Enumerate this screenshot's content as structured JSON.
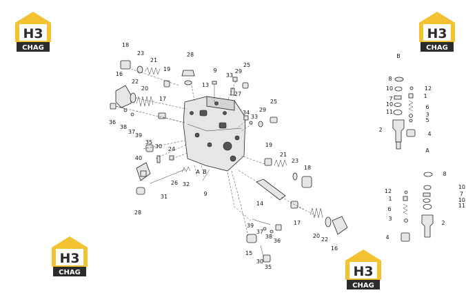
{
  "logo": {
    "mark": "H3",
    "sub": "CHAG"
  },
  "labels": {
    "main": [
      "18",
      "23",
      "21",
      "19",
      "28",
      "9",
      "33",
      "29",
      "25",
      "16",
      "22",
      "20",
      "17",
      "13",
      "27",
      "36",
      "38",
      "37",
      "39",
      "34",
      "33",
      "29",
      "25",
      "35",
      "30",
      "24",
      "19",
      "21",
      "23",
      "18",
      "40",
      "A",
      "B",
      "26",
      "32",
      "9",
      "31",
      "28",
      "14",
      "39",
      "37",
      "38",
      "36",
      "17",
      "20",
      "22",
      "16",
      "15",
      "30",
      "35"
    ],
    "view_b": [
      "B",
      "8",
      "10",
      "7",
      "10",
      "11",
      "2",
      "12",
      "1",
      "6",
      "3",
      "5",
      "4"
    ],
    "view_a": [
      "A",
      "8",
      "12",
      "10",
      "1",
      "7",
      "10",
      "6",
      "11",
      "3",
      "2",
      "4"
    ]
  },
  "colors": {
    "logo_yellow": "#f2c230",
    "logo_dark": "#2b2b2b"
  }
}
